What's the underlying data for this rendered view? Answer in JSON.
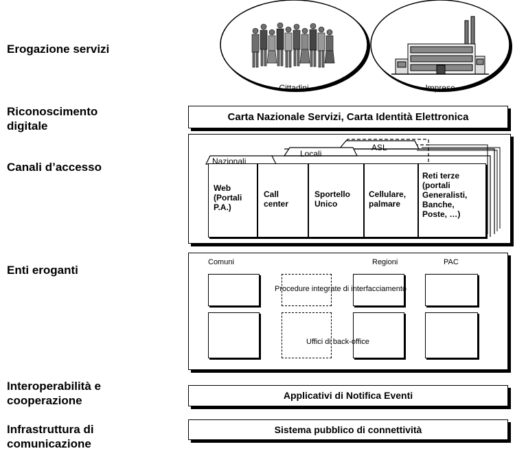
{
  "left_labels": {
    "erogazione": "Erogazione servizi",
    "riconoscimento": "Riconoscimento\ndigitale",
    "canali": "Canali d’accesso",
    "enti": "Enti eroganti",
    "interoperabilita": "Interoperabilità e\ncooperazione",
    "infrastruttura": "Infrastruttura di\ncomunicazione"
  },
  "users": {
    "cittadini": "Cittadini",
    "imprese": "Imprese"
  },
  "carta": "Carta Nazionale Servizi, Carta Identità Elettronica",
  "canali": {
    "tabs": [
      "Nazionali",
      "Locali",
      "ASL"
    ],
    "cells": [
      "Web\n(Portali\nP.A.)",
      "Call\ncenter",
      "Sportello\nUnico",
      "Cellulare,\npalmare",
      "Reti terze\n(portali\nGeneralisti,\nBanche,\nPoste, …)"
    ]
  },
  "enti": {
    "comuni": "Comuni",
    "regioni": "Regioni",
    "pac": "PAC",
    "procedure": "Procedure integrate di interfacciamento",
    "uffici": "Uffici di back-office"
  },
  "notifica": "Applicativi di Notifica Eventi",
  "connettivita": "Sistema pubblico di connettività"
}
